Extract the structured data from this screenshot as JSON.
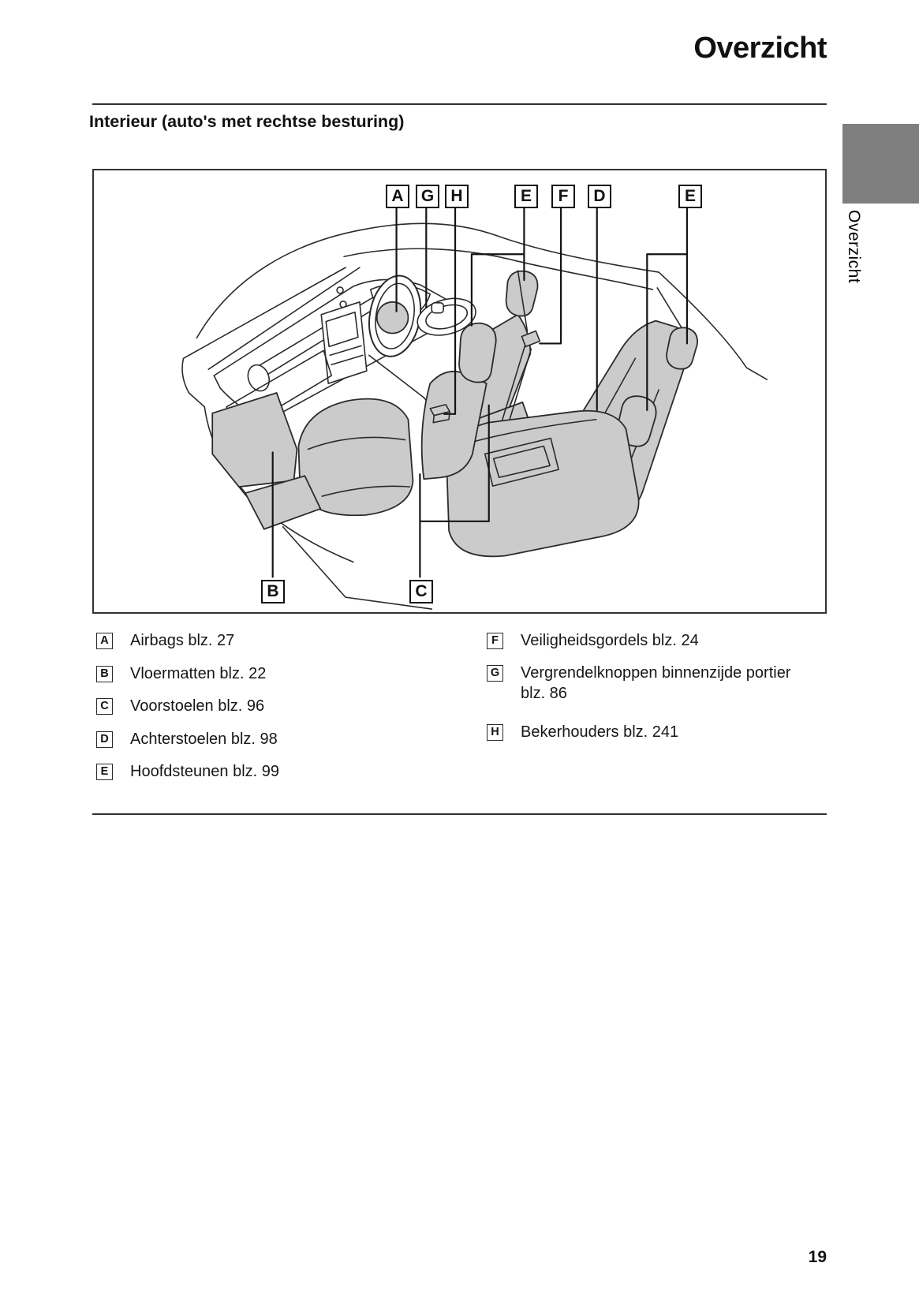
{
  "page": {
    "title": "Overzicht",
    "section_heading": "Interieur (auto's met rechtse besturing)",
    "page_number": "19",
    "side_tab_label": "Overzicht"
  },
  "diagram": {
    "top_labels": [
      "A",
      "G",
      "H",
      "E",
      "F",
      "D",
      "E"
    ],
    "bottom_labels": [
      "B",
      "C"
    ]
  },
  "legend": {
    "left": [
      {
        "key": "A",
        "text": "Airbags blz. 27"
      },
      {
        "key": "B",
        "text": "Vloermatten blz. 22"
      },
      {
        "key": "C",
        "text": "Voorstoelen blz. 96"
      },
      {
        "key": "D",
        "text": "Achterstoelen blz. 98"
      },
      {
        "key": "E",
        "text": "Hoofdsteunen blz. 99"
      }
    ],
    "right": [
      {
        "key": "F",
        "text": "Veiligheidsgordels blz. 24"
      },
      {
        "key": "G",
        "text": "Vergrendelknoppen binnenzijde portier blz. 86"
      },
      {
        "key": "H",
        "text": "Bekerhouders blz. 241"
      }
    ]
  },
  "colors": {
    "line": "#1c1c1c",
    "seat": "#cbcbcb",
    "tab": "#7f7f7f",
    "rule": "#333333"
  }
}
